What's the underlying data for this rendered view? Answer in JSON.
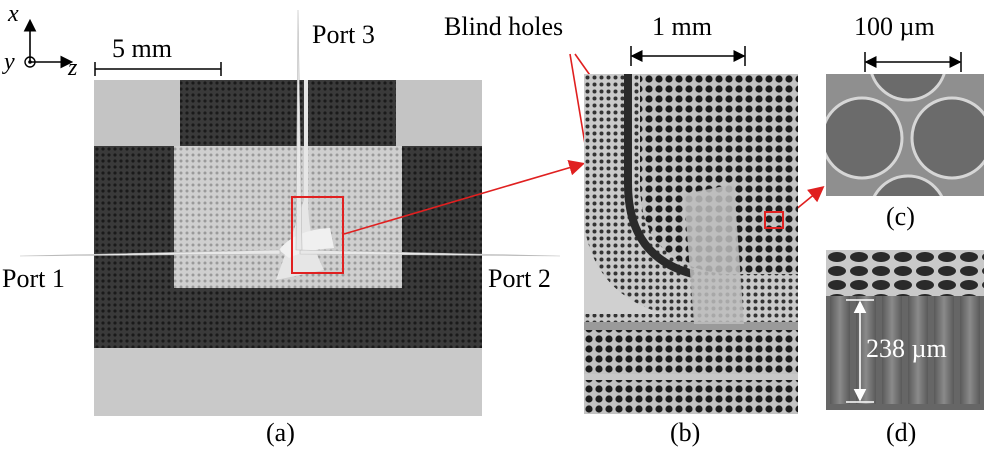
{
  "axes": {
    "x_label": "x",
    "y_label": "y",
    "z_label": "z"
  },
  "panel_a": {
    "scale_label": "5 mm",
    "port1": "Port 1",
    "port2": "Port 2",
    "port3": "Port 3",
    "caption": "(a)"
  },
  "panel_b": {
    "annotation": "Blind holes",
    "scale_label": "1 mm",
    "caption": "(b)"
  },
  "panel_c": {
    "scale_label": "100 µm",
    "caption": "(c)"
  },
  "panel_d": {
    "height_label": "238 µm",
    "caption": "(d)"
  },
  "colors": {
    "highlight": "#e02020",
    "dark_region": "#2b2b2b",
    "light_region": "#c8c8c8"
  }
}
